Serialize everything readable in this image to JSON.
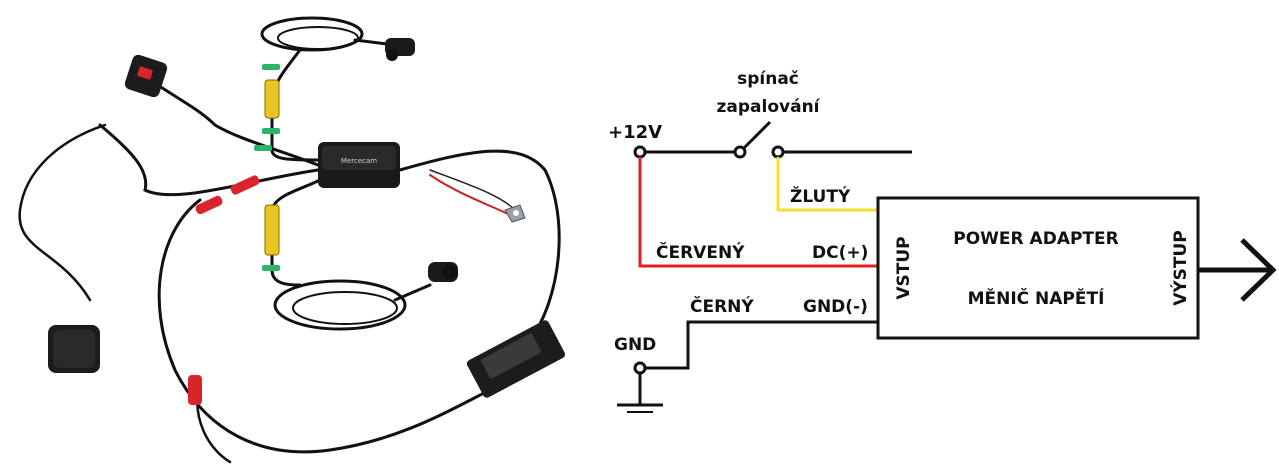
{
  "photo": {
    "device_brand": "Mercecam"
  },
  "schematic": {
    "switch_label_line1": "spínač",
    "switch_label_line2": "zapalování",
    "plus12v": "+12V",
    "yellow_wire": "ŽLUTÝ",
    "red_wire": "ČERVENÝ",
    "dc_plus": "DC(+)",
    "black_wire": "ČERNÝ",
    "gnd_minus": "GND(-)",
    "gnd": "GND",
    "input_label": "VSTUP",
    "output_label": "VÝSTUP",
    "adapter_title": "POWER ADAPTER",
    "adapter_subtitle": "MĚNIČ NAPĚTÍ",
    "colors": {
      "red_wire": "#e02020",
      "yellow_wire": "#f2e02a",
      "black_wire": "#111111"
    }
  }
}
